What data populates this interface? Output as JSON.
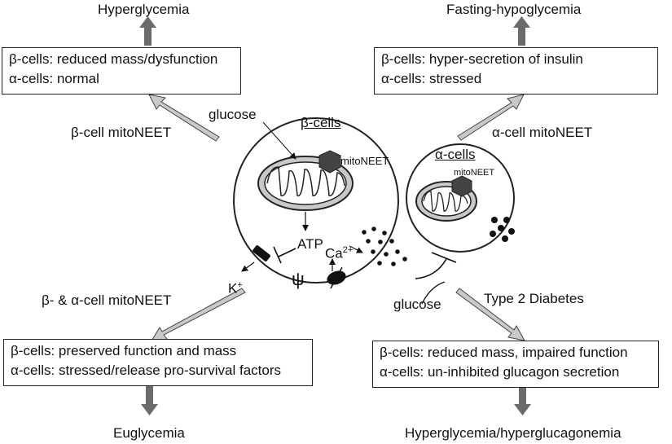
{
  "outcomes": {
    "top_left": "Hyperglycemia",
    "top_right": "Fasting-hypoglycemia",
    "bottom_left": "Euglycemia",
    "bottom_right": "Hyperglycemia/hyperglucagonemia"
  },
  "boxes": {
    "top_left": [
      "β-cells: reduced mass/dysfunction",
      "α-cells: normal"
    ],
    "top_right": [
      "β-cells: hyper-secretion of insulin",
      "α-cells: stressed"
    ],
    "bottom_left": [
      "β-cells: preserved function and mass",
      "α-cells: stressed/release pro-survival factors"
    ],
    "bottom_right": [
      "β-cells: reduced mass, impaired function",
      "α-cells: un-inhibited glucagon secretion"
    ]
  },
  "conditions": {
    "top_left": "β-cell mitoNEET",
    "top_right": "α-cell mitoNEET",
    "bottom_left": "β- & α-cell mitoNEET",
    "bottom_right": "Type 2 Diabetes"
  },
  "cell": {
    "beta_title": "β-cells",
    "alpha_title": "α-cells",
    "glucose_top": "glucose",
    "glucose_bottom": "glucose",
    "mitoneet_beta": "mitoNEET",
    "mitoneet_alpha": "mitoNEET",
    "atp": "ATP",
    "ca": "Ca",
    "ca_charge": "2+",
    "k": "K",
    "k_charge": "+",
    "psi": "ψ"
  },
  "colors": {
    "outcome_arrow": "#6b6b6b",
    "hollow_arrow_fill": "#c9c9c9",
    "mito_fill": "#c8c8c8",
    "mitoneet_fill": "#444444"
  }
}
